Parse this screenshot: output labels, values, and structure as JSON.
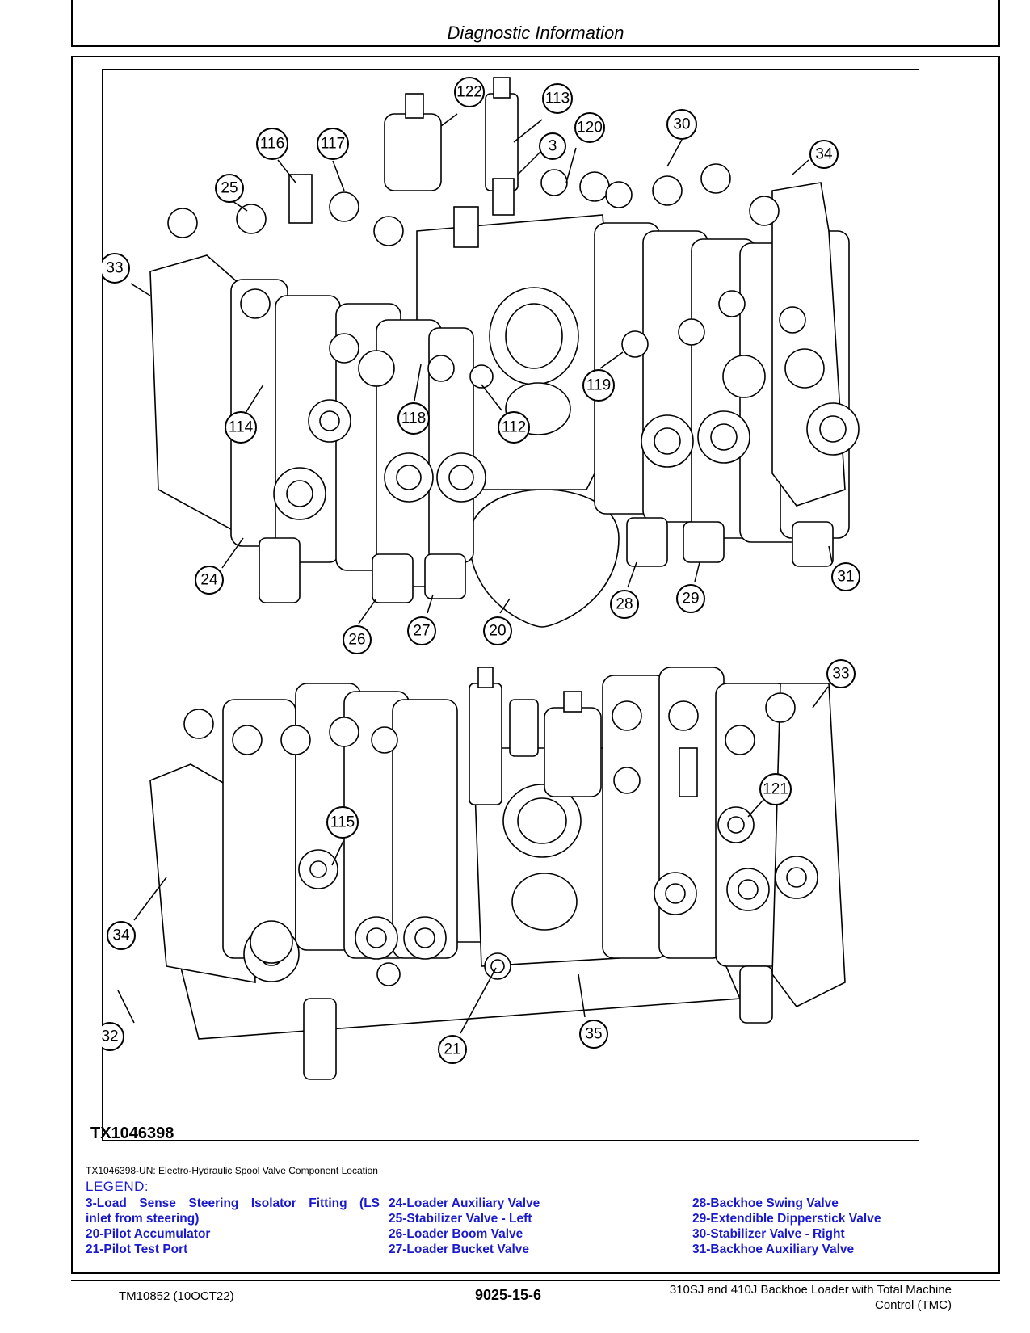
{
  "header": {
    "title": "Diagnostic Information"
  },
  "figure": {
    "id": "TX1046398",
    "caption": "TX1046398-UN: Electro-Hydraulic Spool Valve Component Location",
    "callouts": [
      "122",
      "113",
      "3",
      "120",
      "30",
      "34",
      "116",
      "117",
      "25",
      "33",
      "114",
      "118",
      "112",
      "119",
      "24",
      "26",
      "27",
      "20",
      "28",
      "29",
      "31",
      "33",
      "121",
      "115",
      "34",
      "32",
      "21",
      "35"
    ]
  },
  "legend": {
    "title": "LEGEND:",
    "col1": {
      "line1": "3-Load Sense Steering Isolator Fitting (LS",
      "line2": "inlet from steering)",
      "line3": "20-Pilot Accumulator",
      "line4": "21-Pilot Test Port"
    },
    "col2": {
      "line1": "24-Loader Auxiliary Valve",
      "line2": "25-Stabilizer Valve - Left",
      "line3": "26-Loader Boom Valve",
      "line4": "27-Loader Bucket Valve"
    },
    "col3": {
      "line1": "28-Backhoe Swing Valve",
      "line2": "29-Extendible Dipperstick Valve",
      "line3": "30-Stabilizer Valve - Right",
      "line4": "31-Backhoe Auxiliary Valve"
    }
  },
  "footer": {
    "left": "TM10852 (10OCT22)",
    "center": "9025-15-6",
    "right_line1": "310SJ and 410J Backhoe Loader with Total Machine",
    "right_line2": "Control (TMC)"
  },
  "colors": {
    "legend": "#1a1acc",
    "line": "#000000"
  }
}
